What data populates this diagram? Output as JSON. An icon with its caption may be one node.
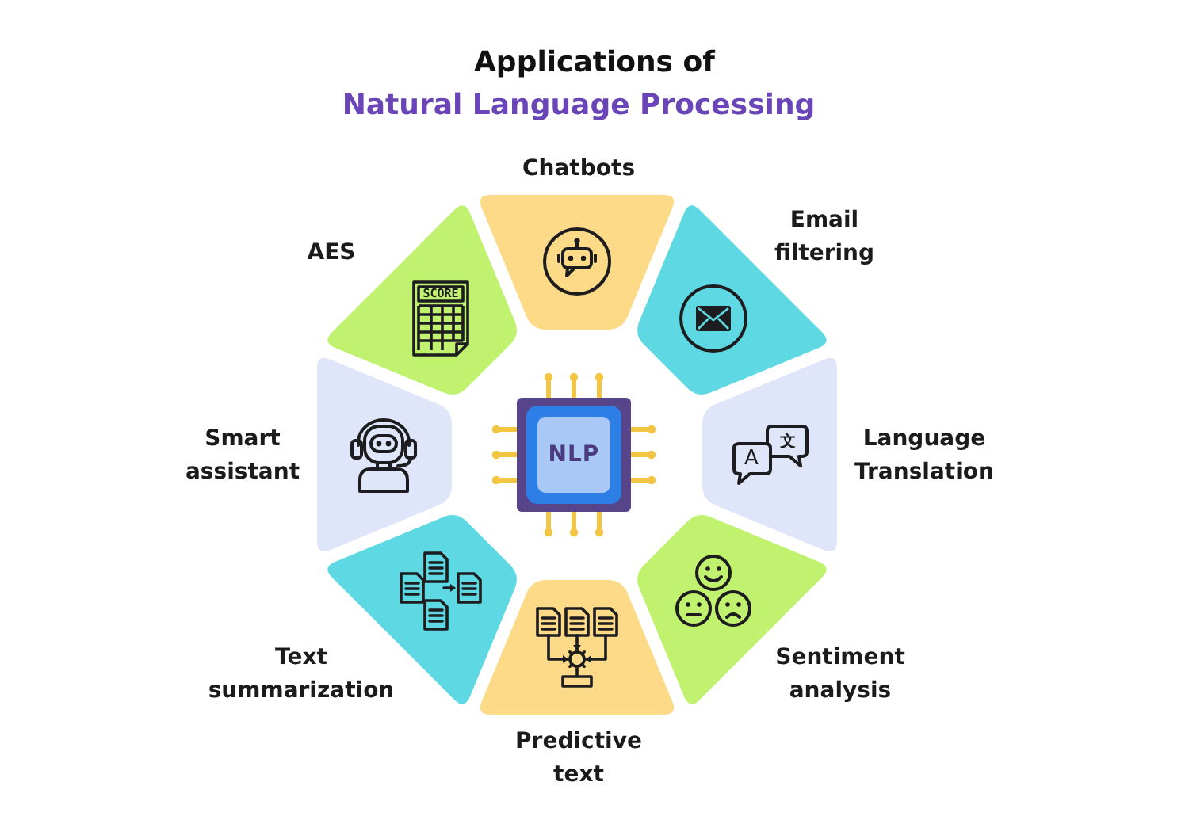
{
  "diagram": {
    "title": "Applications of",
    "nodes": [
      {
        "text": [
          "Chatbots"
        ]
      },
      {
        "text": [
          "Email filtering"
        ]
      },
      {
        "text": [
          "Language Translation"
        ]
      },
      {
        "text": [
          "Sentiment analysis"
        ]
      },
      {
        "text": [
          "Predictive text"
        ]
      },
      {
        "text": [
          "Text summarization"
        ]
      },
      {
        "text": [
          "Smart assistant"
        ]
      },
      {
        "text": [
          "AES"
        ]
      },
      {
        "text": [
          "NLP"
        ]
      }
    ],
    "labels": [
      "Natural Language Processing",
      "SCORE",
      "A",
      "文"
    ]
  }
}
